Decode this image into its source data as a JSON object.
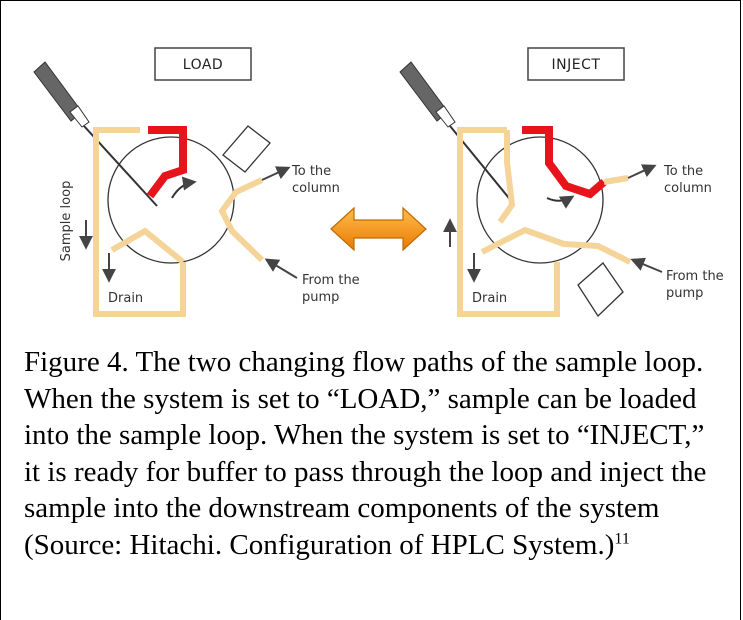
{
  "load": {
    "mode_label": "LOAD",
    "sample_loop_label": "Sample loop",
    "drain_label": "Drain",
    "to_column_label": [
      "To the",
      "column"
    ],
    "from_pump_label": [
      "From the",
      "pump"
    ]
  },
  "inject": {
    "mode_label": "INJECT",
    "drain_label": "Drain",
    "to_column_label": [
      "To the",
      "column"
    ],
    "from_pump_label": [
      "From the",
      "pump"
    ]
  },
  "colors": {
    "flow_path": "#f5d49a",
    "active_path": "#e8141b",
    "switch_arrow": "#f08a0c",
    "syringe": "#555555"
  },
  "caption": {
    "text": "Figure 4. The two changing flow paths of the sample loop. When the system is set to “LOAD,” sample can be loaded into the sample loop. When the system is set to “INJECT,” it is ready for buffer to pass through the loop and inject the sample into the downstream components of the system (Source: Hitachi. Configuration of HPLC System.)",
    "reference": "11"
  }
}
